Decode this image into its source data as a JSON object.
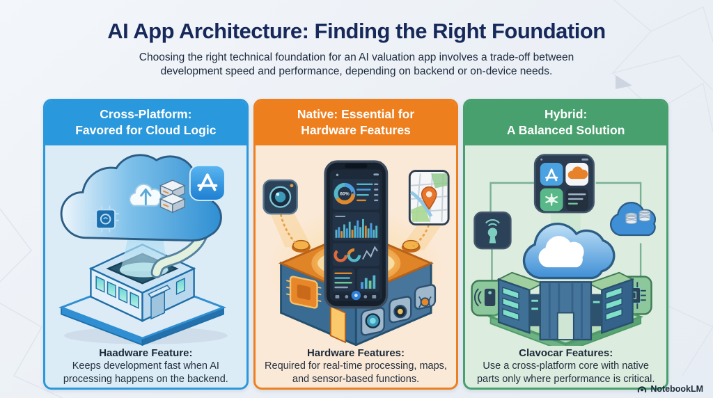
{
  "page": {
    "title": "AI App Architecture: Finding the Right Foundation",
    "subtitle": "Choosing the right technical foundation for an AI valuation app involves a trade-off between development speed and performance, depending on backend or on-device needs.",
    "brand": "NotebookLM"
  },
  "cards": [
    {
      "id": "cross-platform",
      "header": [
        "Cross-Platform:",
        "Favored for Cloud Logic"
      ],
      "caption_title": "Haadware Feature:",
      "caption_body": "Keeps development fast when AI processing happens on the backend.",
      "colors": {
        "header": "#2a98dd",
        "body": "#dcecf7"
      }
    },
    {
      "id": "native",
      "header": [
        "Native: Essential for",
        "Hardware Features"
      ],
      "caption_title": "Hardware Features:",
      "caption_body": "Required for real-time processing, maps, and sensor-based functions.",
      "colors": {
        "header": "#ee7f1e",
        "body": "#fbe9d8"
      },
      "phone_donut_label": "60%"
    },
    {
      "id": "hybrid",
      "header": [
        "Hybrid:",
        "A Balanced Solution"
      ],
      "caption_title": "Clavocar Features:",
      "caption_body": "Use a cross-platform core with native parts only where performance is critical.",
      "colors": {
        "header": "#47a06d",
        "body": "#dcecdf"
      }
    }
  ]
}
